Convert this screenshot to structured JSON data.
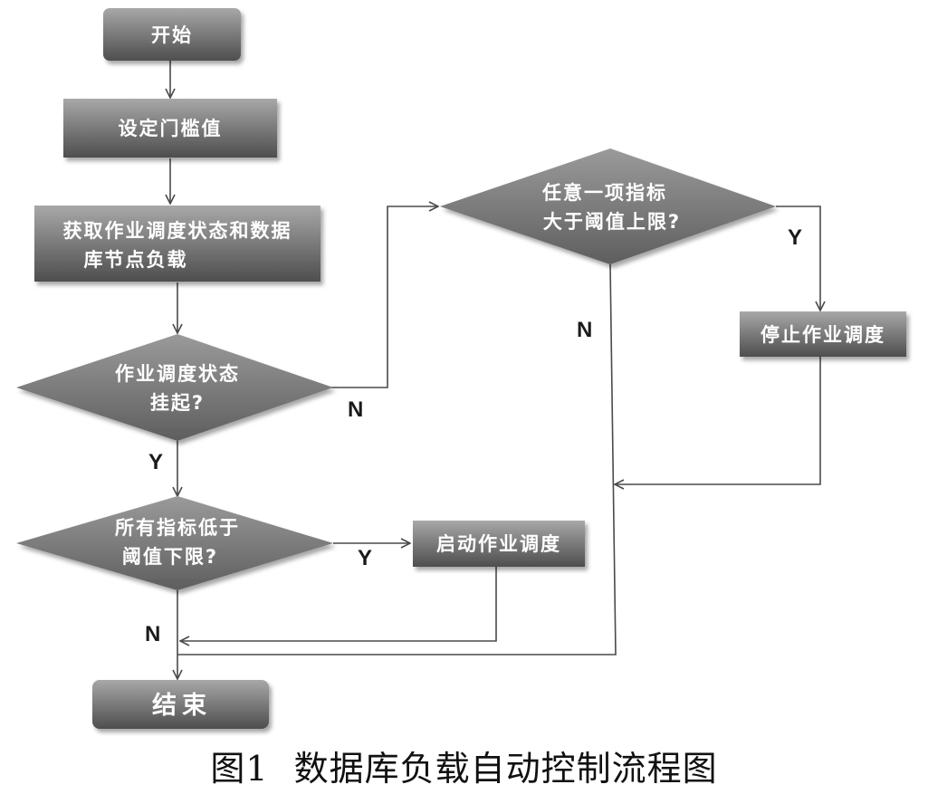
{
  "nodes": {
    "start": "开始",
    "set_threshold": "设定门槛值",
    "get_status_line1": "获取作业调度状态和数据",
    "get_status_line2": "库节点负载",
    "check_suspended_line1": "作业调度状态",
    "check_suspended_line2": "挂起?",
    "any_above_line1": "任意一项指标",
    "any_above_line2": "大于阈值上限?",
    "stop_scheduling": "停止作业调度",
    "all_below_line1": "所有指标低于",
    "all_below_line2": "阈值下限?",
    "start_scheduling": "启动作业调度",
    "end": "结束"
  },
  "branch_labels": {
    "suspended_no": "N",
    "suspended_yes": "Y",
    "any_above_yes": "Y",
    "any_above_no": "N",
    "all_below_yes": "Y",
    "all_below_no": "N"
  },
  "caption": {
    "number": "图1",
    "title": "数据库负载自动控制流程图"
  }
}
